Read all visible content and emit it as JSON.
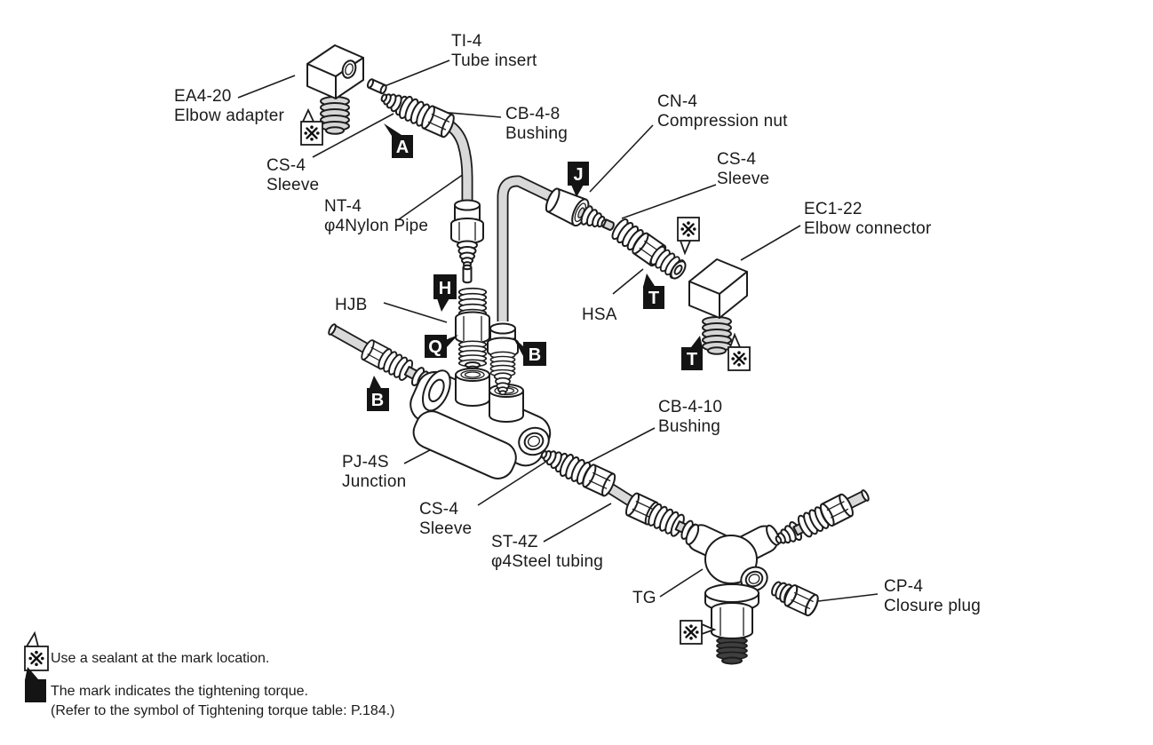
{
  "diagram": {
    "parts": [
      {
        "code": "TI-4",
        "name": "Tube insert"
      },
      {
        "code": "EA4-20",
        "name": "Elbow adapter"
      },
      {
        "code": "CB-4-8",
        "name": "Bushing"
      },
      {
        "code": "CS-4",
        "name": "Sleeve"
      },
      {
        "code": "CN-4",
        "name": "Compression nut"
      },
      {
        "code": "NT-4",
        "name": "φ4Nylon Pipe"
      },
      {
        "code": "CS-4",
        "name": "Sleeve"
      },
      {
        "code": "EC1-22",
        "name": "Elbow connector"
      },
      {
        "code": "HJB",
        "name": ""
      },
      {
        "code": "HSA",
        "name": ""
      },
      {
        "code": "PJ-4S",
        "name": "Junction"
      },
      {
        "code": "CB-4-10",
        "name": "Bushing"
      },
      {
        "code": "CS-4",
        "name": "Sleeve"
      },
      {
        "code": "ST-4Z",
        "name": "φ4Steel tubing"
      },
      {
        "code": "TG",
        "name": ""
      },
      {
        "code": "CP-4",
        "name": "Closure plug"
      }
    ],
    "badges": [
      {
        "letter": "A"
      },
      {
        "letter": "J"
      },
      {
        "letter": "H"
      },
      {
        "letter": "Q"
      },
      {
        "letter": "B"
      },
      {
        "letter": "B"
      },
      {
        "letter": "T"
      },
      {
        "letter": "T"
      }
    ],
    "sealant_symbol": "※",
    "legend": {
      "sealant_text": "Use a sealant at the mark location.",
      "torque_text_line1": "The mark indicates the tightening torque.",
      "torque_text_line2": "(Refer to the symbol of Tightening torque table: P.184.)"
    }
  }
}
